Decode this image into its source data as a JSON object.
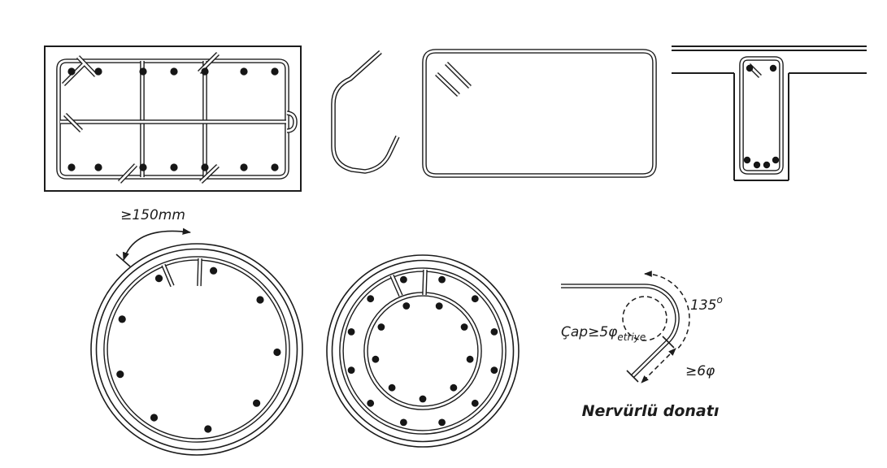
{
  "page": {
    "background": "#ffffff",
    "ink": "#1c1c1c"
  },
  "labels": {
    "lap_dimension": "≥150mm",
    "hook_angle_value": "135",
    "hook_angle_superscript": "o",
    "bend_diameter_prefix": "Çap≥5",
    "bend_diameter_symbol": "φ",
    "bend_diameter_subscript": "etriye",
    "hook_tail_length": "≥6φ",
    "caption": "Nervürlü donatı"
  }
}
